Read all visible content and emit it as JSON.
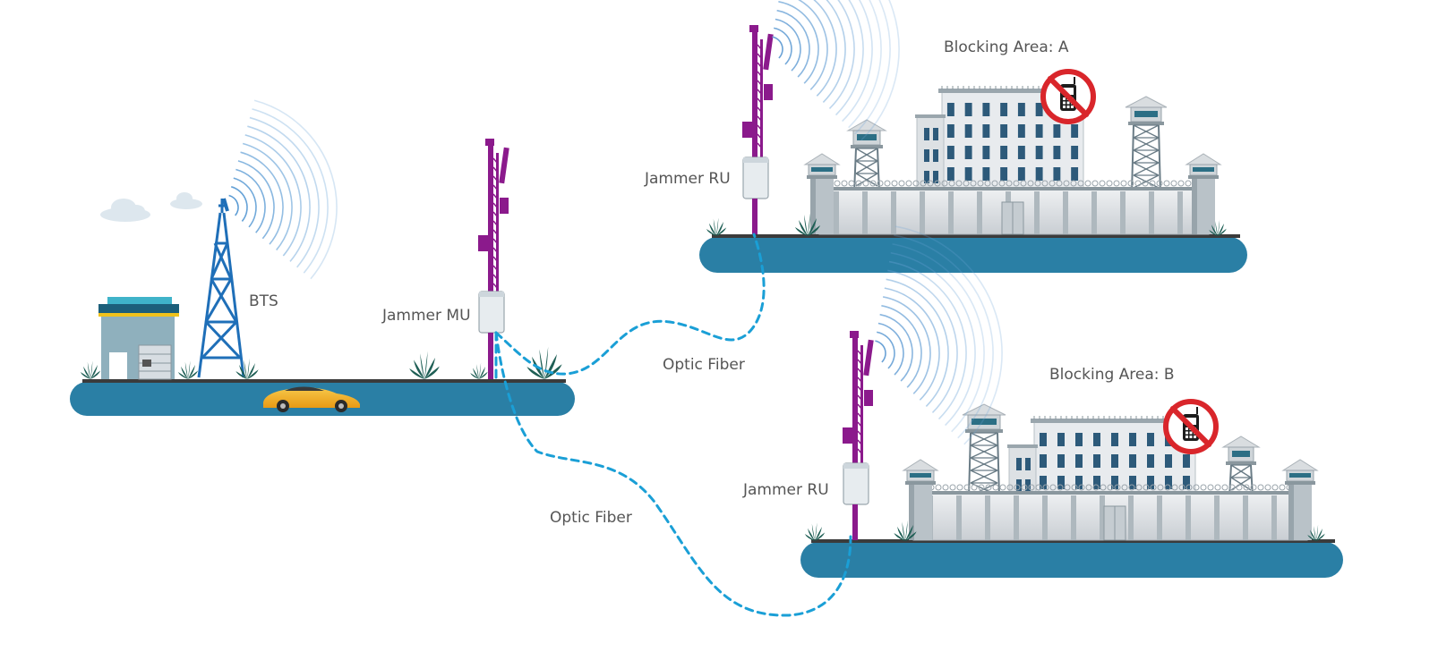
{
  "labels": {
    "bts": "BTS",
    "jammer_mu": "Jammer MU",
    "jammer_ru_a": "Jammer RU",
    "jammer_ru_b": "Jammer RU",
    "optic_fiber_a": "Optic Fiber",
    "optic_fiber_b": "Optic Fiber",
    "blocking_area_a": "Blocking Area: A",
    "blocking_area_b": "Blocking Area: B"
  },
  "colors": {
    "ground": "#2a7fa5",
    "bts_tower": "#1f6fb8",
    "jammer_tower": "#8b1a8c",
    "fiber": "#1a9fd6",
    "no_sign": "#d9262b",
    "building": "#e4e7ea",
    "window": "#2d5a7a",
    "plant": "#1f5f55",
    "car": "#f4b324"
  },
  "icons": [
    "cloud-icon",
    "signal-waves-icon",
    "no-phone-icon",
    "plant-icon",
    "car-icon"
  ]
}
